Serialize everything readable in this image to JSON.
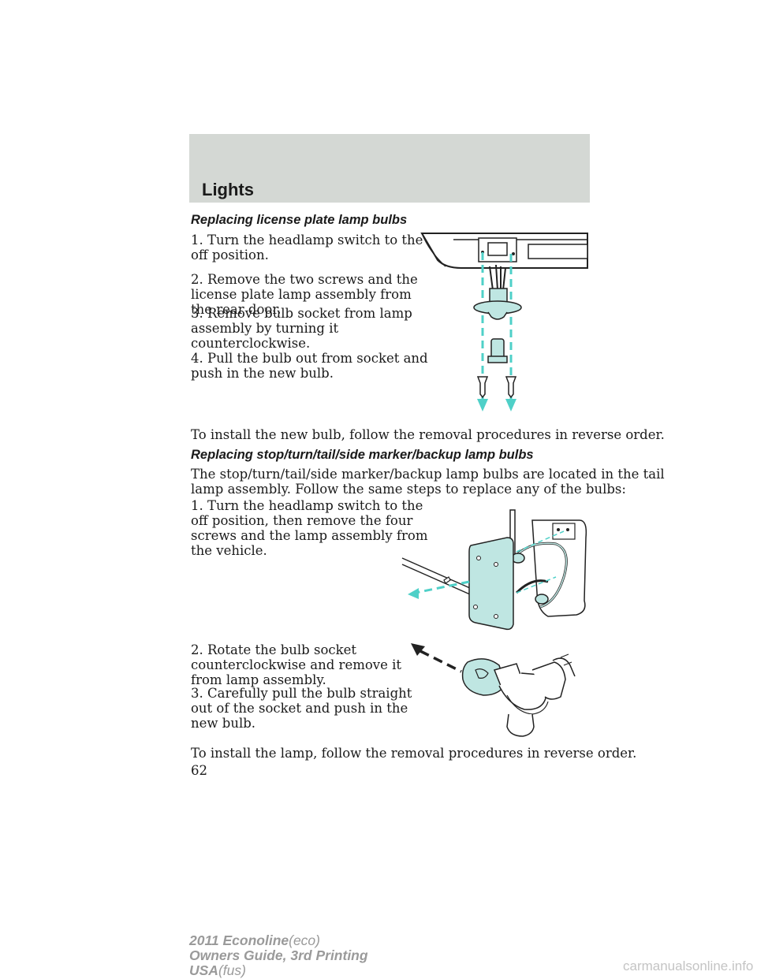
{
  "header": {
    "title": "Lights"
  },
  "section1": {
    "heading": "Replacing license plate lamp bulbs",
    "steps": [
      "1. Turn the headlamp switch to the\noff position.",
      "2. Remove the two screws and the\nlicense plate lamp assembly from\nthe rear door.",
      "3. Remove bulb socket from lamp\nassembly by turning it\ncounterclockwise.",
      "4. Pull the bulb out from socket and\npush in the new bulb."
    ],
    "closing": "To install the new bulb, follow the removal procedures in reverse order."
  },
  "section2": {
    "heading": "Replacing stop/turn/tail/side marker/backup lamp bulbs",
    "intro": "The stop/turn/tail/side marker/backup lamp bulbs are located in the tail\nlamp assembly. Follow the same steps to replace any of the bulbs:",
    "steps": [
      "1. Turn the headlamp switch to the\noff position, then remove the four\nscrews and the lamp assembly from\nthe vehicle.",
      "2. Rotate the bulb socket\ncounterclockwise and remove it\nfrom lamp assembly.",
      "3. Carefully pull the bulb straight\nout of the socket and push in the\nnew bulb."
    ],
    "closing": "To install the lamp, follow the removal procedures in reverse order."
  },
  "page_number": "62",
  "footer": {
    "model": "2011 Econoline",
    "model_code": "(eco)",
    "guide": "Owners Guide, 3rd Printing",
    "market": "USA",
    "market_code": "(fus)"
  },
  "watermark": "carmanualsonline.info",
  "colors": {
    "header_band": "#d4d8d4",
    "accent_arrow": "#4fd0c8",
    "lamp_fill": "#bfe6e2"
  },
  "figures": {
    "fig1": {
      "icon": "license-plate-lamp-diagram"
    },
    "fig2": {
      "icon": "tail-lamp-assembly-diagram"
    },
    "fig3": {
      "icon": "bulb-socket-removal-diagram"
    }
  }
}
